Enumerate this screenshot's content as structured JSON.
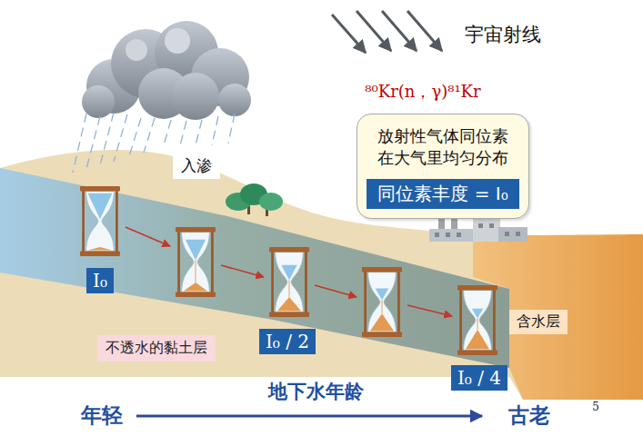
{
  "diagram": {
    "nodes": [
      {
        "text": [
          "放射性气体同位素 在大气里均匀分布"
        ]
      },
      {
        "text": [
          "同位素丰度 = I₀"
        ],
        "in": 0
      },
      {
        "text": [
          "入渗"
        ]
      },
      {
        "text": [
          "I₀"
        ]
      },
      {
        "text": [
          "I₀ / 2"
        ]
      },
      {
        "text": [
          "含水层"
        ]
      },
      {
        "text": [
          "不透水的黏土层"
        ]
      },
      {
        "text": [
          "I₀ / 4"
        ]
      }
    ],
    "labels": [
      "宇宙射线",
      "⁸⁰Kr(n，γ)⁸¹Kr",
      "地下水年龄",
      "年轻",
      "古老",
      "5"
    ]
  }
}
